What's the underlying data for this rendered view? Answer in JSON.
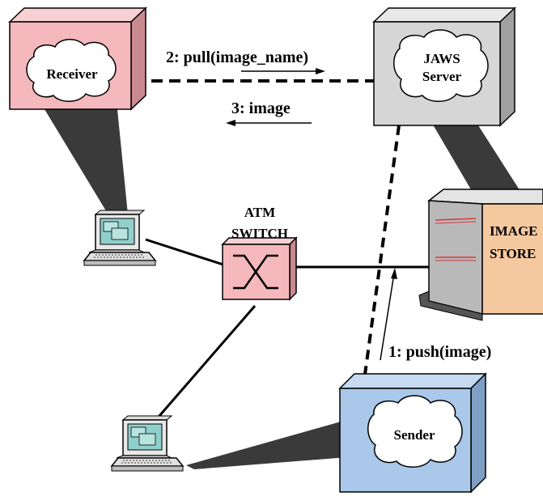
{
  "nodes": {
    "receiver": {
      "label": "Receiver",
      "color": "#f4b8bd"
    },
    "jaws_server": {
      "label_line1": "JAWS",
      "label_line2": "Server",
      "color": "#d6d6d6"
    },
    "sender": {
      "label": "Sender",
      "color": "#a9c8ea"
    },
    "atm_switch": {
      "label_line1": "ATM",
      "label_line2": "SWITCH",
      "color": "#f4b8bd"
    },
    "image_store": {
      "label_line1": "IMAGE",
      "label_line2": "STORE",
      "color": "#f5c9a0"
    }
  },
  "edges": {
    "pull": "2: pull(image_name)",
    "image": "3: image",
    "push": "1: push(image)"
  }
}
